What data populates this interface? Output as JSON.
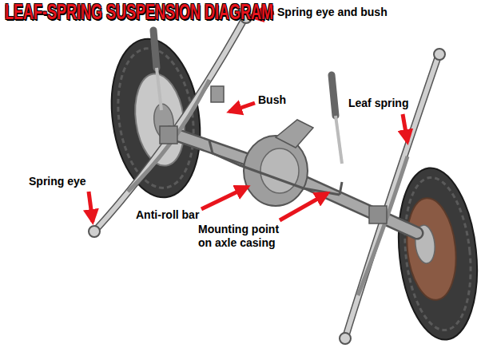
{
  "diagram": {
    "title": "LEAF-SPRING SUSPENSION DIAGRAM",
    "labels": [
      "Spring eye and bush",
      "Bush",
      "Leaf spring",
      "Spring eye",
      "Anti-roll bar",
      "Mounting point on axle casing"
    ]
  }
}
